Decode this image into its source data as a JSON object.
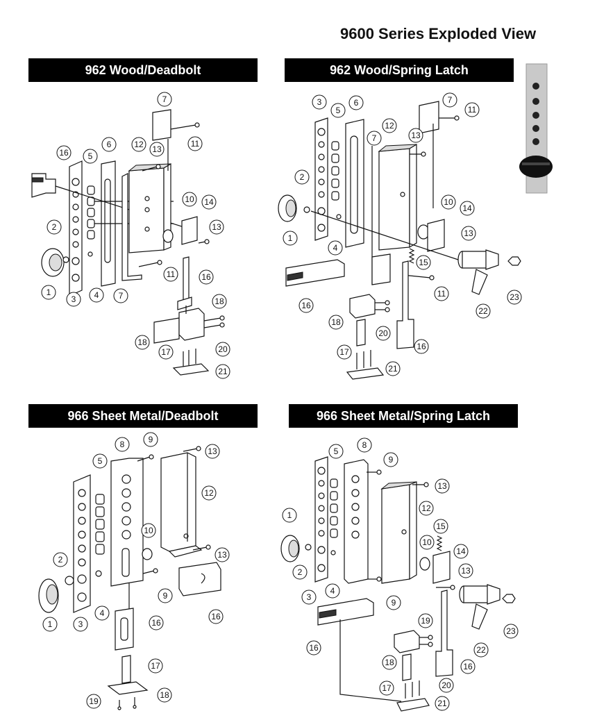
{
  "page_title": "9600 Series Exploded View",
  "panels": [
    {
      "heading": "962 Wood/Deadbolt",
      "callouts": [
        "1",
        "2",
        "3",
        "4",
        "5",
        "6",
        "7",
        "7",
        "10",
        "11",
        "11",
        "12",
        "13",
        "13",
        "14",
        "16",
        "16",
        "17",
        "18",
        "18",
        "20",
        "21"
      ]
    },
    {
      "heading": "962 Wood/Spring Latch",
      "callouts": [
        "1",
        "2",
        "3",
        "4",
        "5",
        "6",
        "7",
        "7",
        "10",
        "11",
        "11",
        "12",
        "13",
        "13",
        "14",
        "15",
        "16",
        "16",
        "17",
        "18",
        "20",
        "21",
        "22",
        "23"
      ]
    },
    {
      "heading": "966 Sheet Metal/Deadbolt",
      "callouts": [
        "1",
        "2",
        "3",
        "4",
        "5",
        "8",
        "9",
        "9",
        "10",
        "12",
        "13",
        "13",
        "16",
        "16",
        "17",
        "18",
        "19"
      ]
    },
    {
      "heading": "966 Sheet Metal/Spring Latch",
      "callouts": [
        "1",
        "2",
        "3",
        "4",
        "5",
        "8",
        "9",
        "9",
        "10",
        "12",
        "13",
        "13",
        "14",
        "15",
        "16",
        "16",
        "17",
        "18",
        "19",
        "20",
        "21",
        "22",
        "23"
      ]
    }
  ]
}
